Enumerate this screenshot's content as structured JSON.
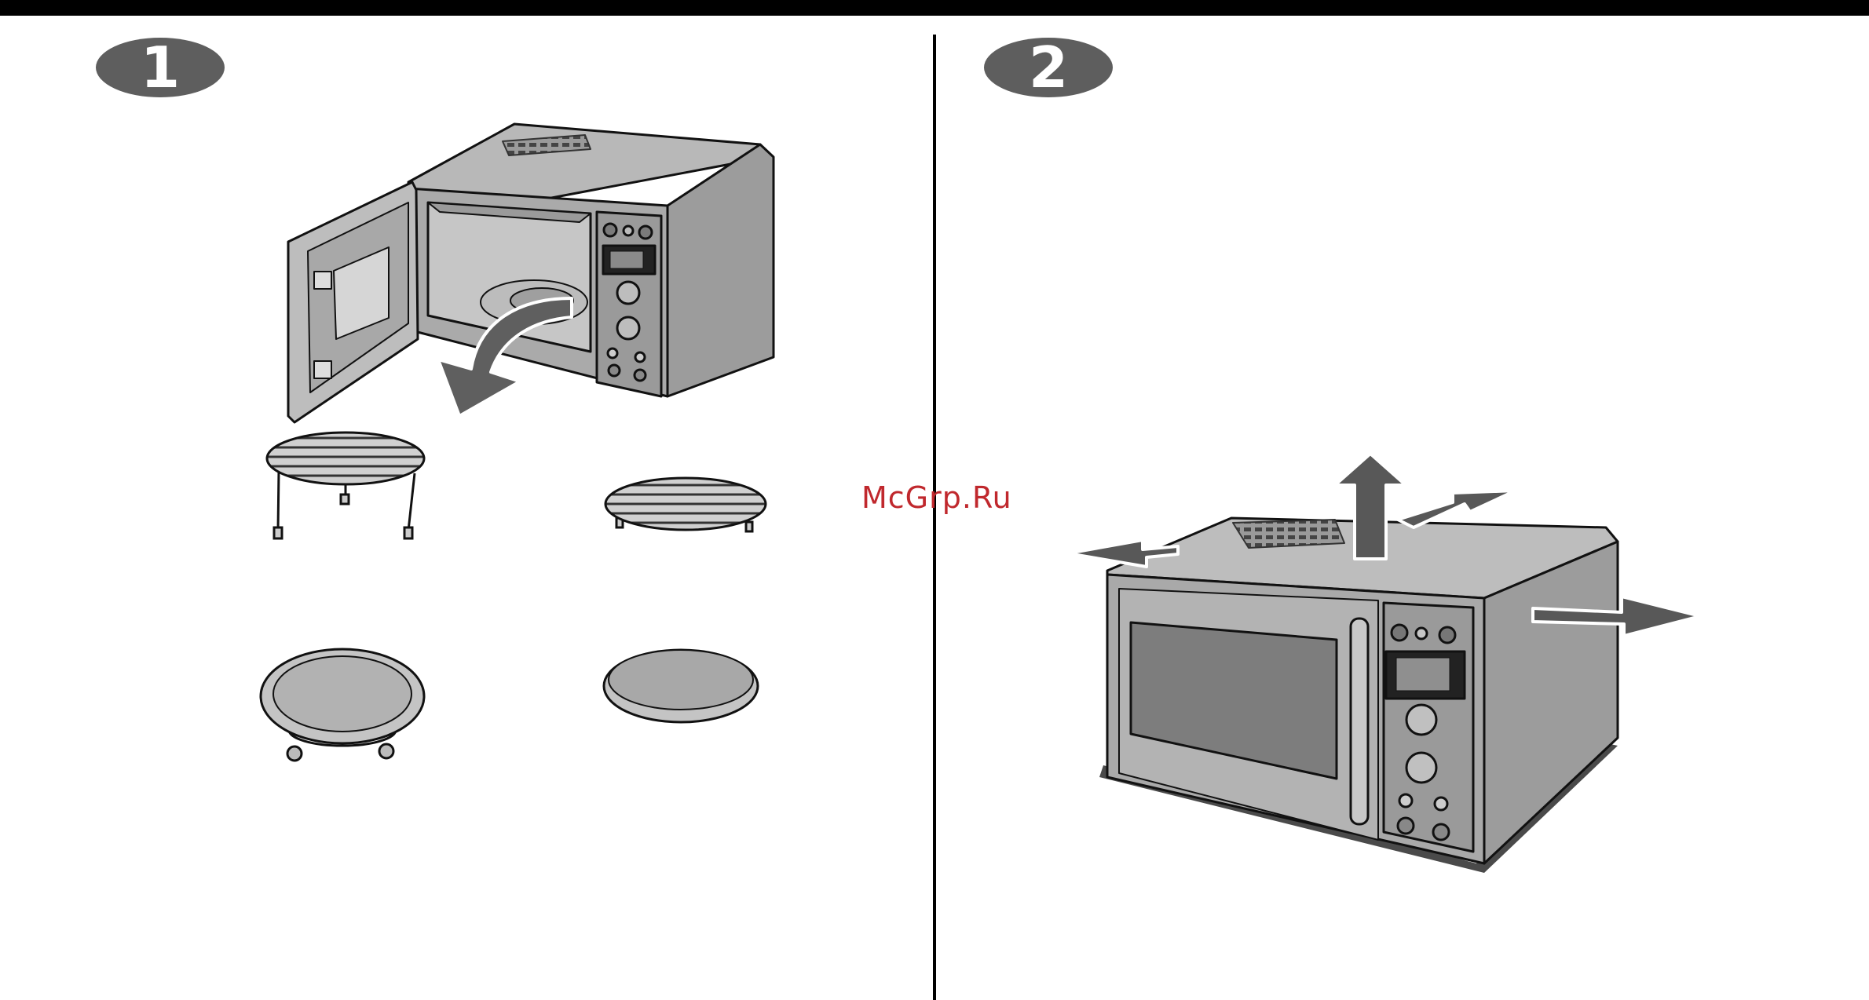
{
  "page": {
    "step1_number": "1",
    "step2_number": "2",
    "watermark": "McGrp.Ru"
  },
  "colors": {
    "badge": "#5e5e5e",
    "appliance_body": "#a9a9a9",
    "appliance_dark": "#6d6d6d",
    "window": "#7f7f7f",
    "arrow": "#5a5a5a",
    "watermark": "#c0282d"
  }
}
